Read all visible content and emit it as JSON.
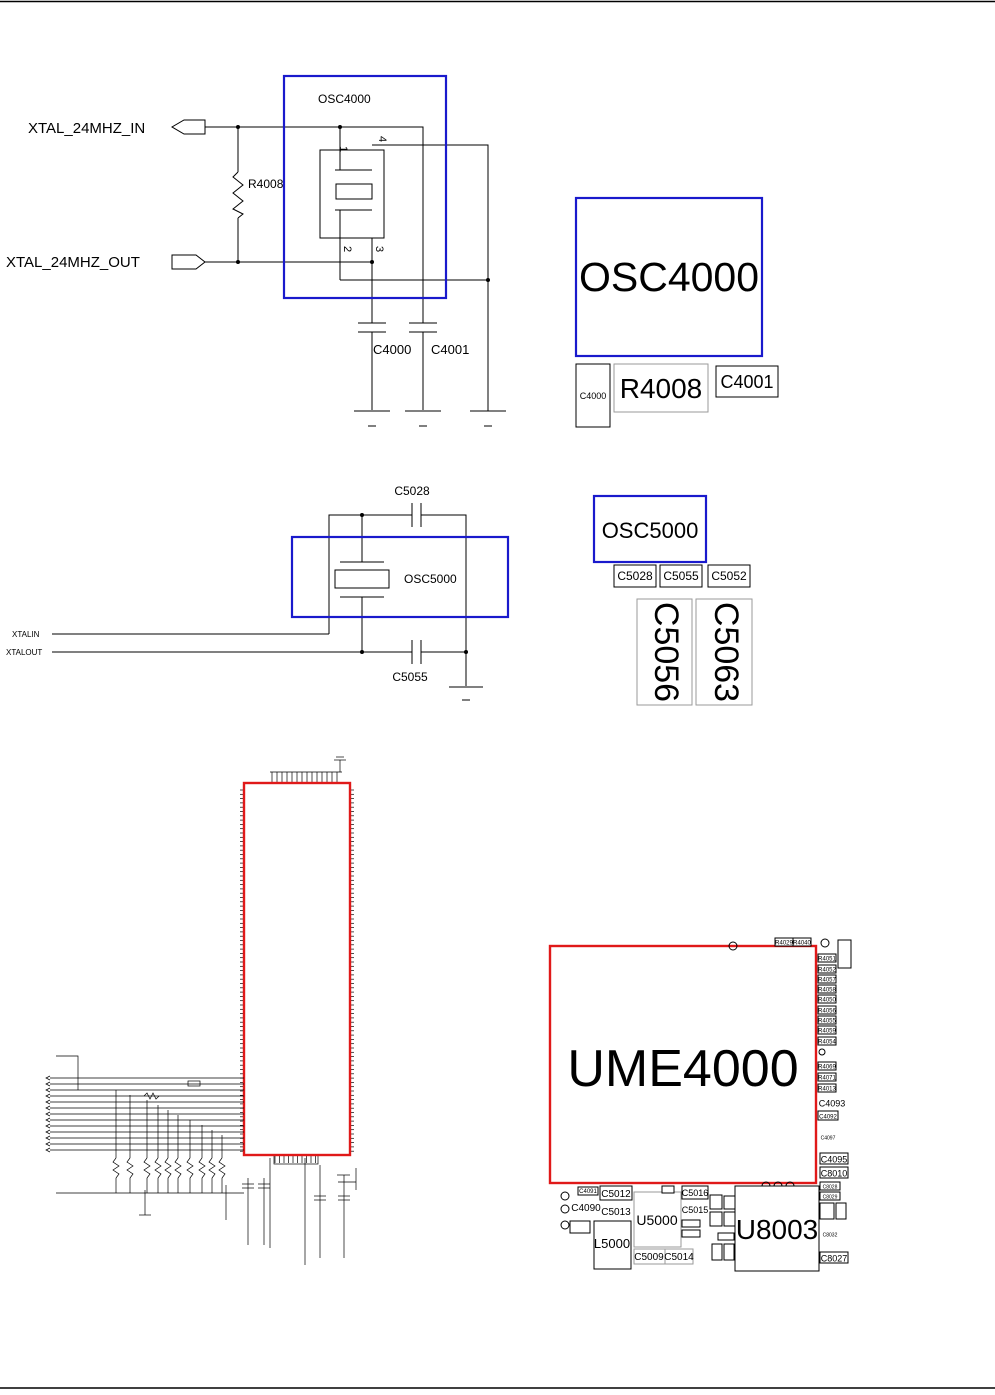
{
  "schematic_top": {
    "net_in": "XTAL_24MHZ_IN",
    "net_out": "XTAL_24MHZ_OUT",
    "osc_ref": "OSC4000",
    "resistor": "R4008",
    "cap1": "C4000",
    "cap2": "C4001",
    "pin1": "1",
    "pin2": "2",
    "pin3": "3",
    "pin4": "4"
  },
  "layout_top": {
    "osc": "OSC4000",
    "c4000": "C4000",
    "r4008": "R4008",
    "c4001": "C4001"
  },
  "schematic_mid": {
    "cap_top": "C5028",
    "cap_bottom": "C5055",
    "osc_ref": "OSC5000",
    "net_in": "XTALIN",
    "net_out": "XTALOUT"
  },
  "layout_mid": {
    "osc": "OSC5000",
    "c5028": "C5028",
    "c5055": "C5055",
    "c5052": "C5052",
    "c5056": "C5056",
    "c5063": "C5063"
  },
  "layout_bottom": {
    "main_ic": "UME4000",
    "u5000": "U5000",
    "u8003": "U8003",
    "l5000": "L5000",
    "small_left": [
      "C4091",
      "C4090",
      "C5012",
      "C5013"
    ],
    "small_mid": [
      "C5016",
      "C5015",
      "C5009",
      "C5014"
    ],
    "right_column": [
      "R4029",
      "R4040",
      "R4051",
      "R4052",
      "R4057",
      "R4058",
      "R4050",
      "R4056",
      "R4055",
      "R4059",
      "R4054",
      "R4069",
      "R4071",
      "R4013",
      "C4093",
      "C4092",
      "C4097",
      "C4095",
      "C8010",
      "C8028",
      "C8029",
      "C8032",
      "C8027"
    ]
  }
}
